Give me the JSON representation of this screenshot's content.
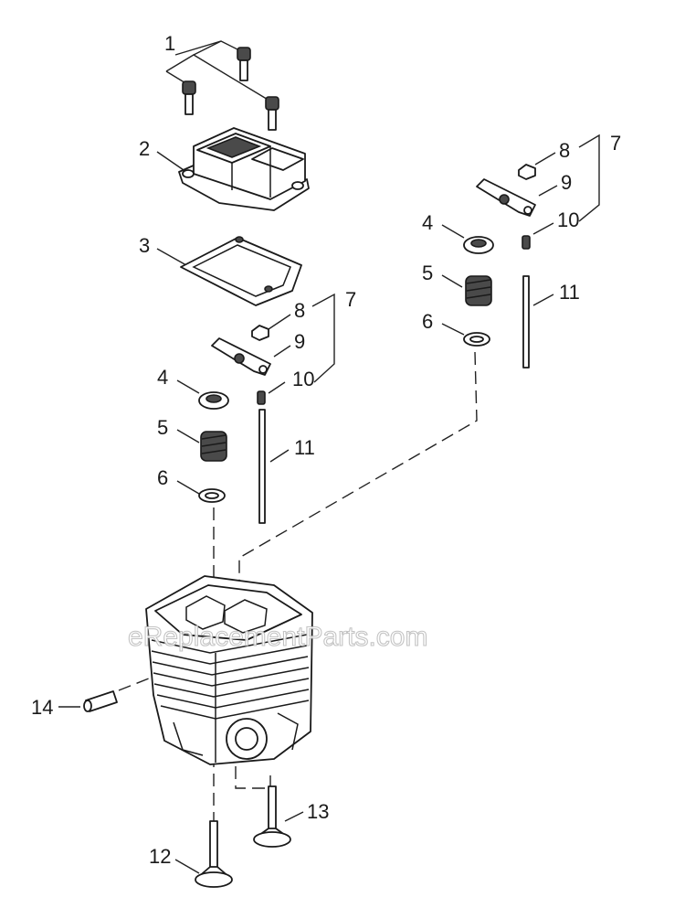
{
  "watermark": "eReplacementParts.com",
  "callouts": {
    "c1": "1",
    "c2": "2",
    "c3": "3",
    "c4a": "4",
    "c5a": "5",
    "c6a": "6",
    "c7a": "7",
    "c8a": "8",
    "c9a": "9",
    "c10a": "10",
    "c11a": "11",
    "c4b": "4",
    "c5b": "5",
    "c6b": "6",
    "c7b": "7",
    "c8b": "8",
    "c9b": "9",
    "c10b": "10",
    "c11b": "11",
    "c12": "12",
    "c13": "13",
    "c14": "14"
  }
}
